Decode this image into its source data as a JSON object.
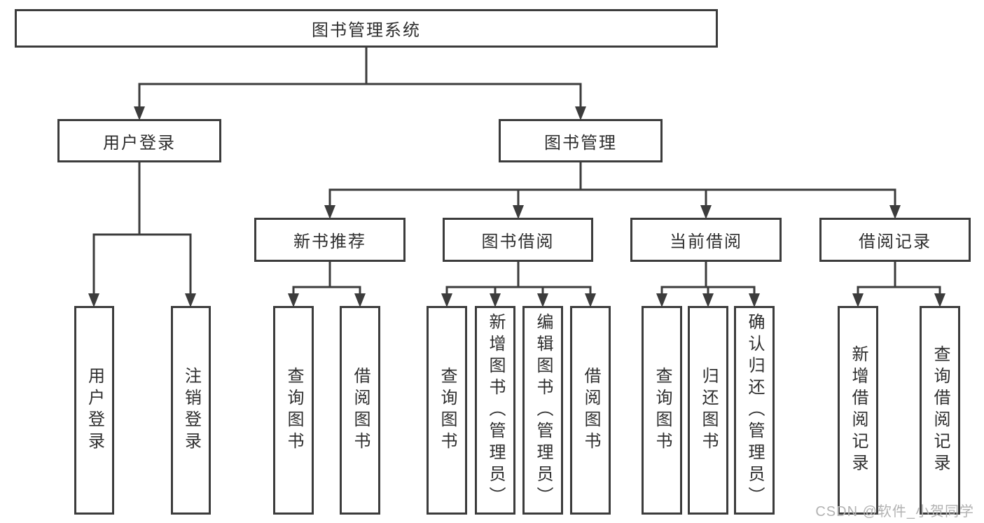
{
  "tree": {
    "root": {
      "label": "图书管理系统",
      "children": [
        {
          "label": "用户登录",
          "children": [
            {
              "label": "用户登录"
            },
            {
              "label": "注销登录"
            }
          ]
        },
        {
          "label": "图书管理",
          "children": [
            {
              "label": "新书推荐",
              "children": [
                {
                  "label": "查询图书"
                },
                {
                  "label": "借阅图书"
                }
              ]
            },
            {
              "label": "图书借阅",
              "children": [
                {
                  "label": "查询图书"
                },
                {
                  "label": "新增图书（管理员）"
                },
                {
                  "label": "编辑图书（管理员）"
                },
                {
                  "label": "借阅图书"
                }
              ]
            },
            {
              "label": "当前借阅",
              "children": [
                {
                  "label": "查询图书"
                },
                {
                  "label": "归还图书"
                },
                {
                  "label": "确认归还（管理员）"
                }
              ]
            },
            {
              "label": "借阅记录",
              "children": [
                {
                  "label": "新增借阅记录"
                },
                {
                  "label": "查询借阅记录"
                }
              ]
            }
          ]
        }
      ]
    }
  },
  "watermark": {
    "text": "CSDN @软件_小贺同学"
  },
  "colors": {
    "line": "#3c3c3c",
    "box_border": "#3c3c3c",
    "text": "#2e2e2e",
    "watermark": "#b2b2b2",
    "background": "#ffffff"
  }
}
